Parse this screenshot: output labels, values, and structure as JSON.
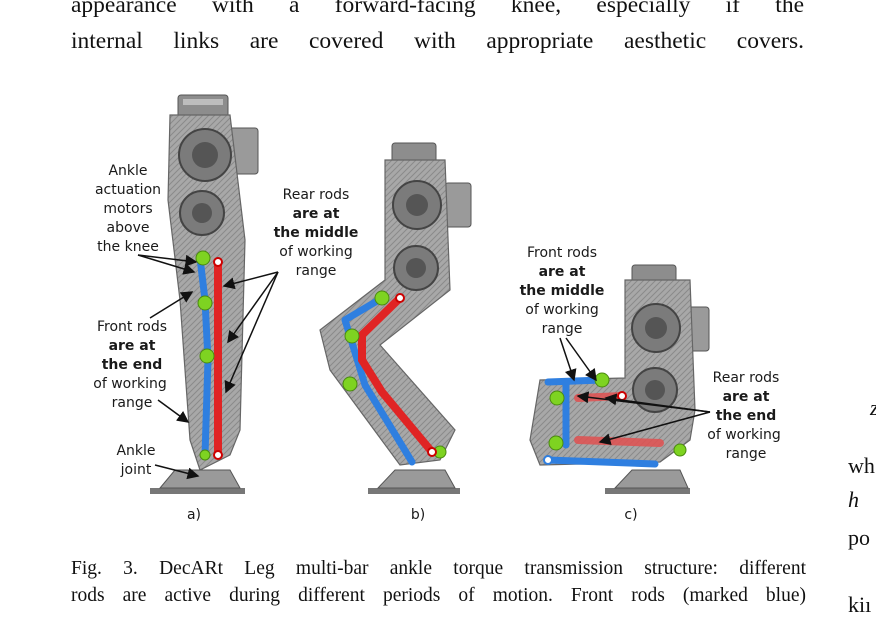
{
  "body_text": {
    "line1": "appearance with a forward-facing knee, especially if the",
    "line2": "internal links are covered with appropriate aesthetic covers."
  },
  "figure": {
    "panel_labels": [
      "a)",
      "b)",
      "c)"
    ],
    "annotations": {
      "ankle_motors": [
        "Ankle",
        "actuation",
        "motors",
        "above",
        "the knee"
      ],
      "front_rods_end": {
        "l1": "Front rods",
        "b1": "are at",
        "b2": "the end",
        "l2": "of working",
        "l3": "range"
      },
      "ankle_joint": [
        "Ankle",
        "joint"
      ],
      "rear_rods_middle": {
        "l1": "Rear rods",
        "b1": "are at",
        "b2": "the middle",
        "l2": "of working",
        "l3": "range"
      },
      "front_rods_middle": {
        "l1": "Front rods",
        "b1": "are at",
        "b2": "the middle",
        "l2": "of working",
        "l3": "range"
      },
      "rear_rods_end": {
        "l1": "Rear rods",
        "b1": "are at",
        "b2": "the end",
        "l2": "of working",
        "l3": "range"
      }
    },
    "colors": {
      "front_rods": "#2f7fe0",
      "rear_rods": "#e02424",
      "joints": "#7ed321",
      "frame": "#9a9a9a"
    }
  },
  "caption": {
    "line1": "Fig. 3.   DecARt Leg multi-bar ankle torque transmission structure: different",
    "line2": "rods are active during different periods of motion. Front rods (marked blue)"
  },
  "right_edge_fragments": [
    "z",
    "wh",
    "h",
    "po",
    "kiı"
  ]
}
